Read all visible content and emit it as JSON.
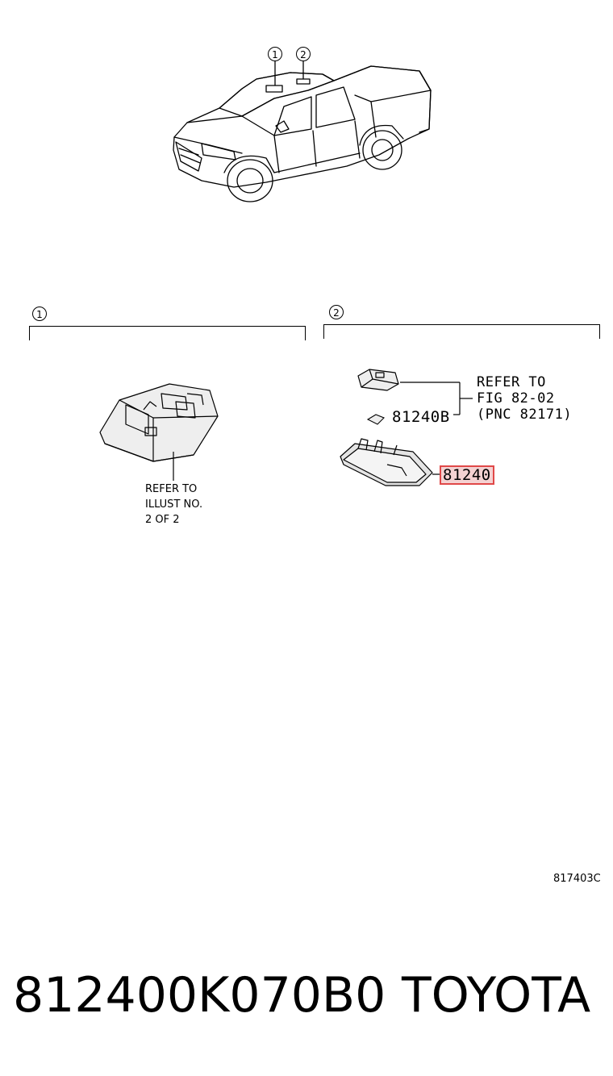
{
  "diagram": {
    "callouts": {
      "car_1": "1",
      "car_2": "2",
      "section_1": "1",
      "section_2": "2"
    },
    "section_1": {
      "note_line1": "REFER TO",
      "note_line2": "ILLUST NO.",
      "note_line3": "2 OF 2"
    },
    "section_2": {
      "ref_line1": "REFER TO",
      "ref_line2": "FIG 82-02",
      "ref_line3": "(PNC 82171)",
      "part_bulb": "81240B",
      "part_lamp": "81240"
    },
    "illustration_code": "817403C"
  },
  "footer": {
    "part_number": "812400K070B0",
    "brand": "TOYOTA"
  },
  "colors": {
    "highlight_border": "#e04848",
    "highlight_fill": "#f4d2d2"
  }
}
